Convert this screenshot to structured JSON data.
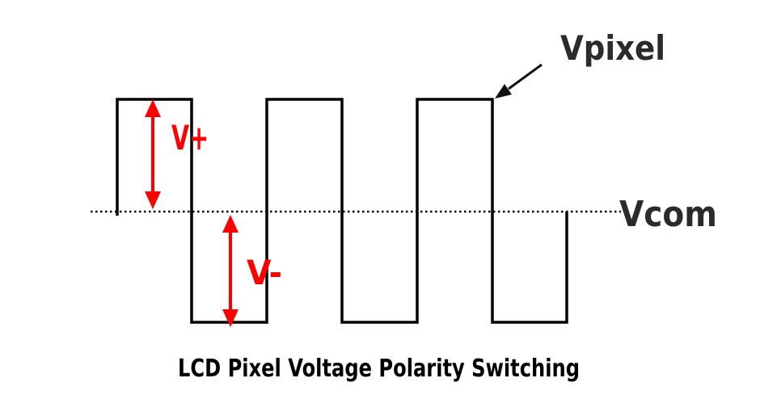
{
  "diagram": {
    "title": "LCD Pixel Voltage Polarity Switching",
    "labels": {
      "vpixel": "Vpixel",
      "vcom": "Vcom",
      "v_plus": "V+",
      "v_minus": "V-"
    },
    "waveform": {
      "type": "square-wave",
      "cycles": 3,
      "description": "Pixel voltage alternates between V+ above the Vcom reference and V- below it"
    },
    "colors": {
      "waveform_line": "#000000",
      "vcom_dotted_line": "#000000",
      "measure_arrows": "#ff0000",
      "annotation_labels": "#2b2b2b",
      "pointer_arrow": "#111111",
      "title": "#000000",
      "background": "#ffffff"
    }
  }
}
